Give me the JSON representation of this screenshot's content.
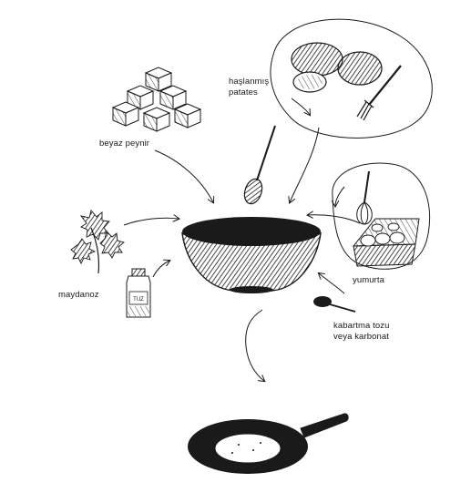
{
  "labels": {
    "boiled_potatoes": [
      "haşlanmış",
      "patates"
    ],
    "white_cheese": "beyaz peynir",
    "parsley": "maydanoz",
    "eggs": "yumurta",
    "baking_powder": [
      "kabartma tozu",
      "veya karbonat"
    ],
    "salt_jar": "TUZ"
  },
  "colors": {
    "ink": "#1a1a1a",
    "background": "#ffffff"
  }
}
